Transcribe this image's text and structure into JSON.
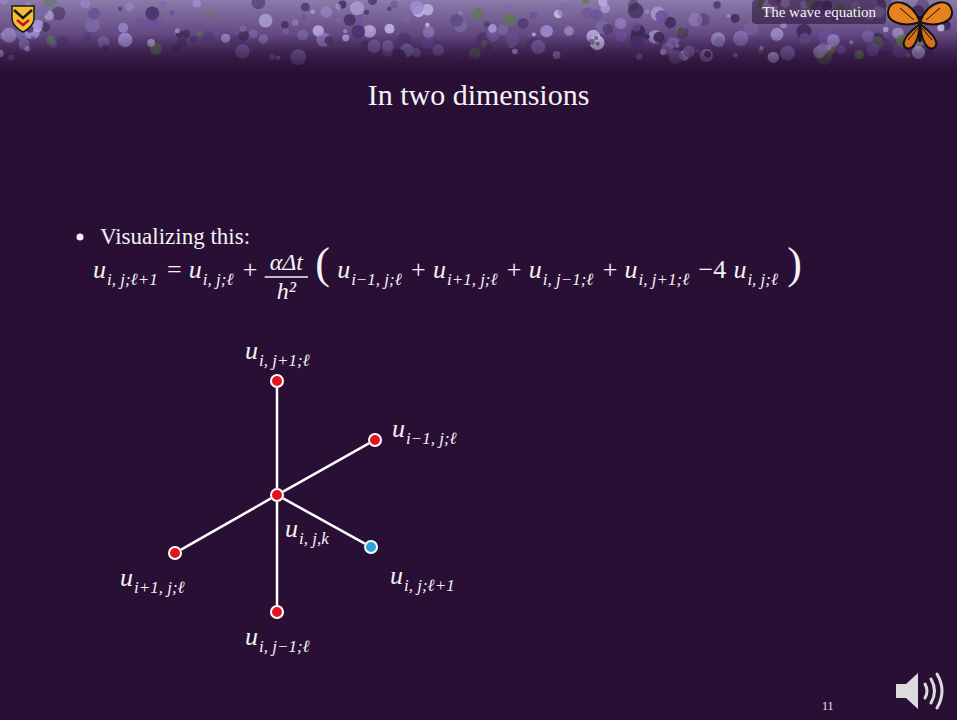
{
  "diagram": {
    "title": "In two dimensions",
    "nodes": [
      {
        "text": [
          "ui, j+1;ℓ"
        ]
      },
      {
        "text": [
          "ui−1, j;ℓ"
        ]
      },
      {
        "text": [
          "ui, j,k"
        ]
      },
      {
        "text": [
          "ui, j;ℓ+1"
        ]
      },
      {
        "text": [
          "ui+1, j;ℓ"
        ]
      },
      {
        "text": [
          "ui, j−1;ℓ"
        ]
      }
    ],
    "edges": [
      {
        "from": 2,
        "to": 0,
        "arrow": "none"
      },
      {
        "from": 2,
        "to": 1,
        "arrow": "none"
      },
      {
        "from": 2,
        "to": 3,
        "arrow": "none"
      },
      {
        "from": 2,
        "to": 4,
        "arrow": "none"
      },
      {
        "from": 2,
        "to": 5,
        "arrow": "none"
      }
    ],
    "labels": [
      "The wave equation",
      "Visualizing this:",
      "ui, j;ℓ+1",
      "=",
      "ui, j;ℓ",
      "+",
      "αΔt",
      "h²",
      "(",
      "ui−1, j;ℓ",
      "+",
      "ui+1, j;ℓ",
      "+",
      "ui, j−1;ℓ",
      "+",
      "ui, j+1;ℓ",
      "−4",
      "ui, j;ℓ",
      ")",
      "11"
    ]
  }
}
